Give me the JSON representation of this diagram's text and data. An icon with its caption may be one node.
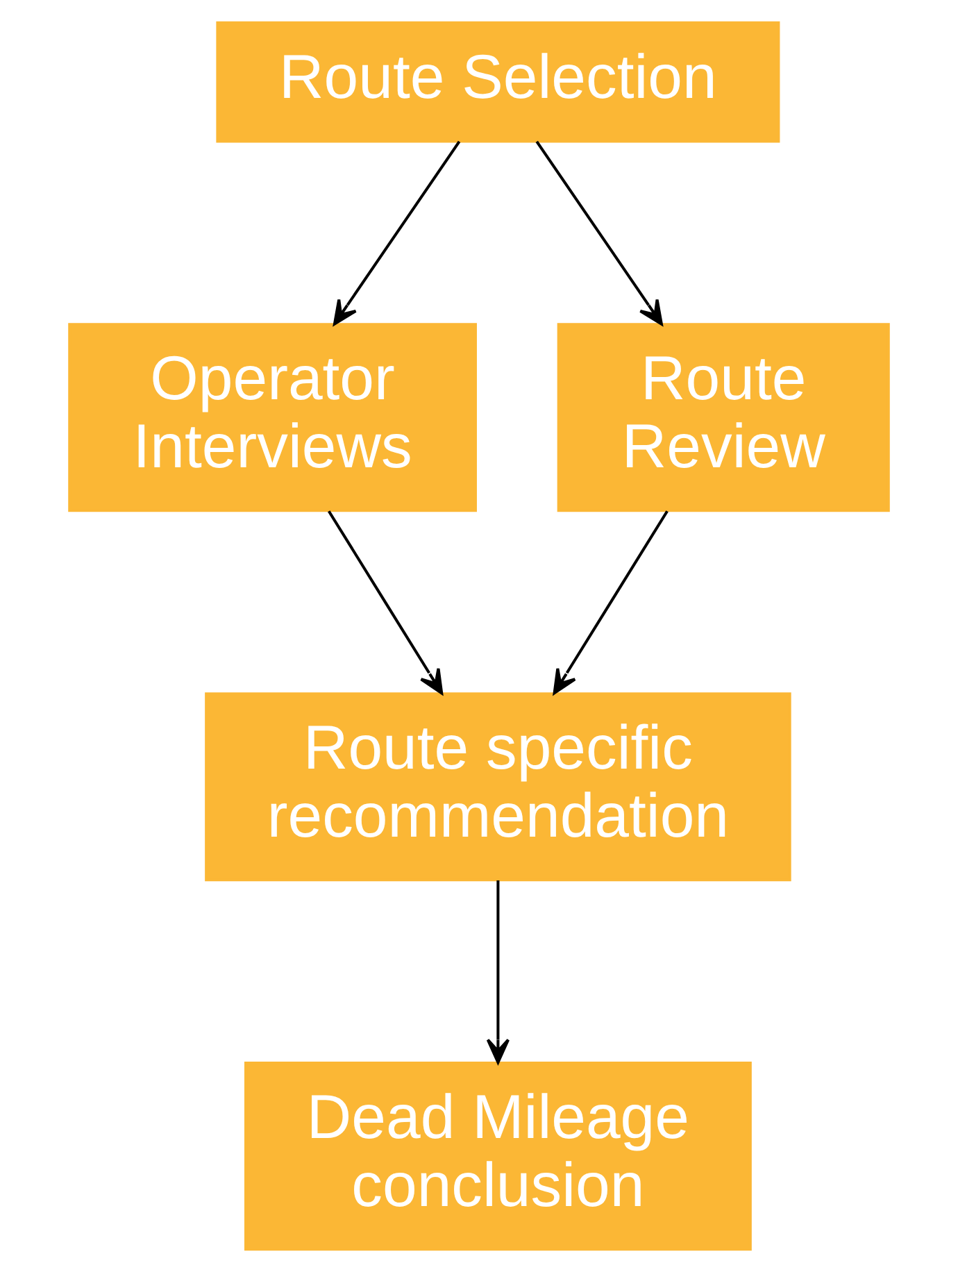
{
  "diagram": {
    "nodes": [
      {
        "text": [
          "Route Selection"
        ]
      },
      {
        "text": [
          "Operator Interviews"
        ]
      },
      {
        "text": [
          "Route Review"
        ]
      },
      {
        "text": [
          "Route specific recommendation"
        ]
      },
      {
        "text": [
          "Dead Mileage conclusion"
        ]
      }
    ],
    "edges": [
      {
        "from": 0,
        "to": 1,
        "arrow": "to"
      },
      {
        "from": 0,
        "to": 2,
        "arrow": "to"
      },
      {
        "from": 1,
        "to": 3,
        "arrow": "to"
      },
      {
        "from": 2,
        "to": 3,
        "arrow": "to"
      },
      {
        "from": 3,
        "to": 4,
        "arrow": "to"
      }
    ]
  }
}
